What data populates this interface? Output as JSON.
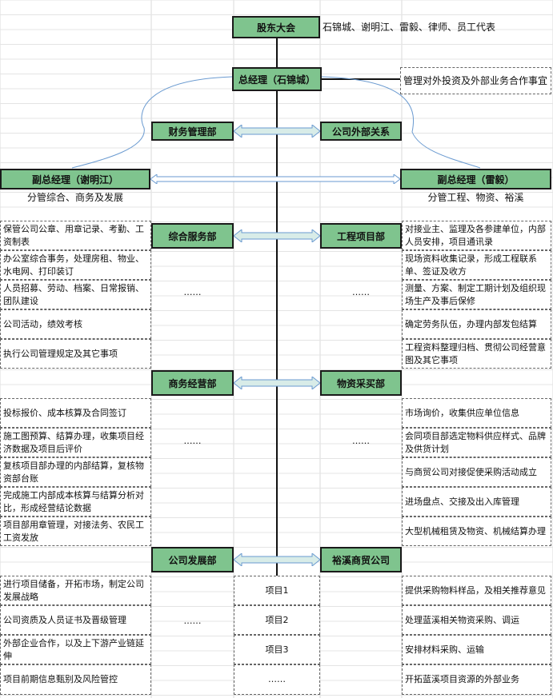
{
  "top": {
    "shareholders": "股东大会",
    "shareholders_members": "石锦城、谢明江、雷毅、律师、员工代表",
    "gm": "总经理（石锦城）",
    "gm_note": "管理对外投资及外部业务合作事宜"
  },
  "second_row": {
    "finance": "财务管理部",
    "external": "公司外部关系"
  },
  "vice": {
    "left_title": "副总经理（谢明江）",
    "left_sub": "分管综合、商务及发展",
    "right_title": "副总经理（雷毅）",
    "right_sub": "分管工程、物资、裕溪"
  },
  "departments": {
    "admin": "综合服务部",
    "engineering": "工程项目部",
    "business": "商务经营部",
    "procurement": "物资采买部",
    "development": "公司发展部",
    "trading": "裕溪商贸公司"
  },
  "admin_duties": [
    "保管公司公章、用章记录、考勤、工资制表",
    "办公室综合事务，处理房租、物业、水电网、打印装订",
    "人员招募、劳动、档案、日常报销、团队建设",
    "公司活动，绩效考核",
    "执行公司管理规定及其它事项"
  ],
  "engineering_duties": [
    "对接业主、监理及各参建单位，内部人员安排，项目通讯录",
    "现场资料收集记录，形成工程联系单、签证及收方",
    "测量、方案、制定工期计划及组织现场生产及事后保修",
    "确定劳务队伍，办理内部发包结算",
    "工程资料整理归档、贯彻公司经营意图及其它事项"
  ],
  "business_duties": [
    "投标报价、成本核算及合同签订",
    "施工图预算、结算办理，收集项目经济数据及项目后评价",
    "复核项目部办理的内部结算，复核物资部台账",
    "完成施工内部成本核算与结算分析对比，形成经营结论数据",
    "项目部用章管理，对接法务、农民工工资发放"
  ],
  "procurement_duties": [
    "市场询价，收集供应单位信息",
    "会同项目部选定物料供应样式、品牌及供货计划",
    "与商贸公司对接促使采购活动成立",
    "进场盘点、交接及出入库管理",
    "大型机械租赁及物资、机械结算办理"
  ],
  "development_duties": [
    "进行项目储备，开拓市场，制定公司发展战略",
    "公司资质及人员证书及晋级管理",
    "外部企业合作，以及上下游产业链延伸",
    "项目前期信息甄别及风险管控"
  ],
  "trading_duties": [
    "提供采购物料样品，及相关推荐意见",
    "处理蓝溪相关物资采购、调运",
    "安排材料采购、运输",
    "开拓蓝溪项目资源的外部业务"
  ],
  "projects": [
    "项目1",
    "项目2",
    "项目3",
    "……"
  ],
  "ellipsis": "……"
}
